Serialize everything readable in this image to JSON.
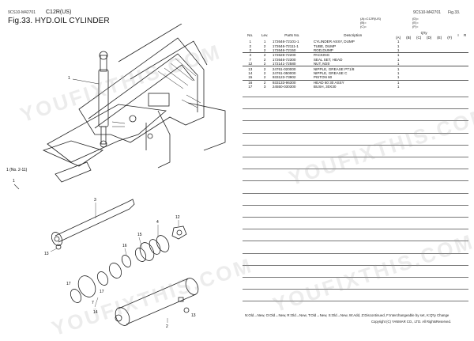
{
  "header": {
    "code_left": "9CS10-M42701",
    "model": "C12R(US)",
    "code_right": "9CS10-M42701",
    "page_label": "Fig.33.",
    "fig_title": "Fig.33.  HYD.OIL CYLINDER"
  },
  "codes": {
    "col1": [
      "(A)=C12R(US)",
      "(B)=",
      "(C)="
    ],
    "col2": [
      "(D)=",
      "(E)=",
      "(F)="
    ]
  },
  "table": {
    "headers": {
      "no": "No.",
      "lev": "Lev.",
      "parts_no": "Parts No.",
      "description": "Description",
      "qty": "Q'ty",
      "i": "I",
      "r": "R",
      "qty_cols": [
        "(A)",
        "(B)",
        "(C)",
        "(D)",
        "(E)",
        "(F)"
      ]
    },
    "rows": [
      {
        "no": "1",
        "lev": "1",
        "part": "172646-72101-1",
        "desc": "CYLINDER ASSY, DUMP",
        "qty": "1",
        "rule": false
      },
      {
        "no": "2",
        "lev": "2",
        "part": "172646-72111-1",
        "desc": "TUBE, DUMP",
        "qty": "1",
        "rule": false
      },
      {
        "no": "3",
        "lev": "2",
        "part": "172646-72150",
        "desc": "ROD,DUMP",
        "qty": "1",
        "rule": false
      },
      {
        "no": "4",
        "lev": "2",
        "part": "172628-72200",
        "desc": "PACKING",
        "qty": "1",
        "rule": true
      },
      {
        "no": "7",
        "lev": "2",
        "part": "172646-72300",
        "desc": "SEAL SET, HEAD",
        "qty": "1",
        "rule": false
      },
      {
        "no": "12",
        "lev": "2",
        "part": "172141-72580",
        "desc": "NUT, M20",
        "qty": "1",
        "rule": false
      },
      {
        "no": "13",
        "lev": "2",
        "part": "24761-020000",
        "desc": "NIPPLE, GREASE PT1/8",
        "qty": "1",
        "rule": true
      },
      {
        "no": "14",
        "lev": "2",
        "part": "24761-050000",
        "desc": "NIPPLE, GREASE C",
        "qty": "1",
        "rule": false
      },
      {
        "no": "15",
        "lev": "2",
        "part": "933123-73902",
        "desc": "PISTON 60",
        "qty": "1",
        "rule": false
      },
      {
        "no": "16",
        "lev": "2",
        "part": "933133-96300",
        "desc": "HEAD 60 30 ASSY",
        "qty": "1",
        "rule": true
      },
      {
        "no": "17",
        "lev": "3",
        "part": "24550-030300",
        "desc": "BUSH, 30X30",
        "qty": "1",
        "rule": false
      }
    ]
  },
  "drawing": {
    "callouts": {
      "c1": "1",
      "c2": "2",
      "c3": "3",
      "c4": "4",
      "c7": "7",
      "c12": "12",
      "c13a": "13",
      "c13b": "13",
      "c14": "14",
      "c15": "15",
      "c16": "16",
      "c17a": "17",
      "c17b": "17",
      "ref": "1 (No. 2-11)"
    }
  },
  "legend": "N:Old→New, O:Old→New, R:Old→New, T:Old→New, S:Old→New, W:Add, Z:Discontinued, F:Interchangeable by set, K:Q'ty Change",
  "copyright": "Copyright (C)  YANMAR CO., LTD. All RightsReserved.",
  "watermark": "YOUFIXTHIS.COM"
}
